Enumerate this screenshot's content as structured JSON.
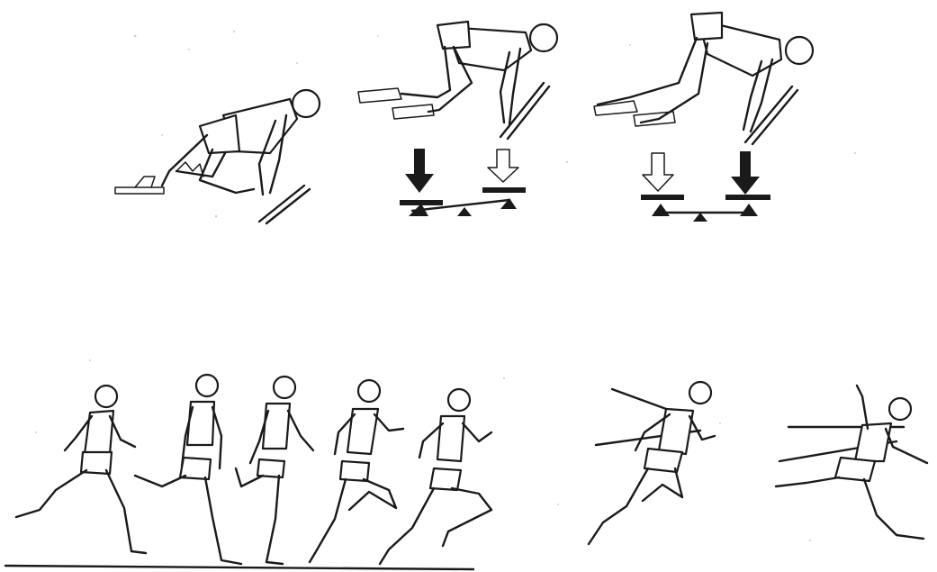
{
  "figure": {
    "sections": [
      "start",
      "running",
      "finish"
    ],
    "start": {
      "phases": [
        "set-crouch",
        "set-raised",
        "drive"
      ],
      "balance_indicators": [
        {
          "phase": "set-raised",
          "left_arrow": "solid",
          "right_arrow": "outline",
          "heavier_side": "left"
        },
        {
          "phase": "drive",
          "left_arrow": "outline",
          "right_arrow": "solid",
          "heavier_side": "right"
        }
      ]
    },
    "running": {
      "stride_frames": 5
    },
    "finish": {
      "frames": 2,
      "tape_lines": true
    }
  },
  "colors": {
    "ink": "#1a1a1a",
    "paper": "#ffffff",
    "grain": "#d4d4d4"
  }
}
